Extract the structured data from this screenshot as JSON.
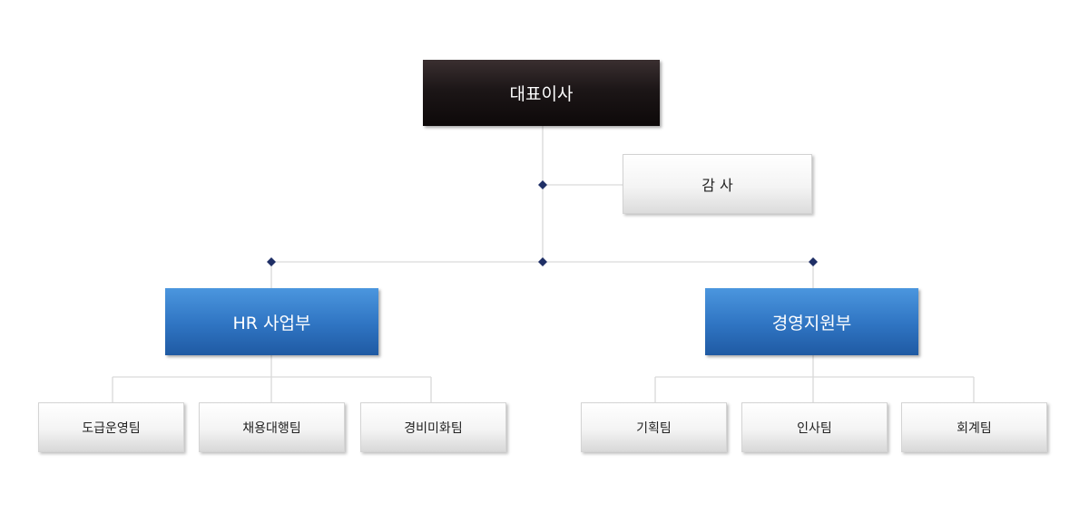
{
  "org_chart": {
    "ceo": {
      "label": "대표이사"
    },
    "audit": {
      "label": "감 사"
    },
    "divisions": [
      {
        "label": "HR 사업부",
        "teams": [
          "도급운영팀",
          "채용대행팀",
          "경비미화팀"
        ]
      },
      {
        "label": "경영지원부",
        "teams": [
          "기획팀",
          "인사팀",
          "회계팀"
        ]
      }
    ]
  },
  "colors": {
    "ceo_box": "#1c1617",
    "division_box": "#2f74c2",
    "team_box": "#f4f4f4",
    "connector_line": "#d9d9d9",
    "junction_diamond": "#1f2f66"
  }
}
